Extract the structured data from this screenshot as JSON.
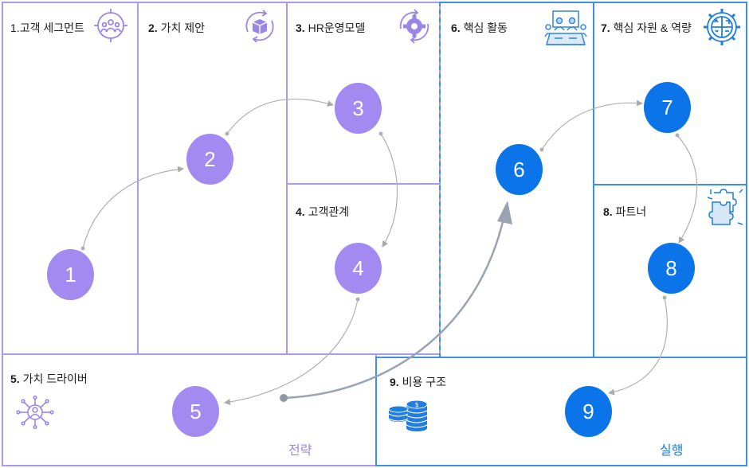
{
  "sections": {
    "s1": {
      "num": "1.",
      "title": "고객 세그먼트"
    },
    "s2": {
      "num": "2.",
      "title": " 가치 제안"
    },
    "s3": {
      "num": "3.",
      "title": " HR운영모델"
    },
    "s4": {
      "num": "4.",
      "title": " 고객관계"
    },
    "s5": {
      "num": "5.",
      "title": " 가치 드라이버"
    },
    "s6": {
      "num": "6.",
      "title": " 핵심 활동"
    },
    "s7": {
      "num": "7.",
      "title": " 핵심 자원 & 역량"
    },
    "s8": {
      "num": "8.",
      "title": " 파트너"
    },
    "s9": {
      "num": "9.",
      "title": " 비용 구조"
    }
  },
  "nodes": [
    "1",
    "2",
    "3",
    "4",
    "5",
    "6",
    "7",
    "8",
    "9"
  ],
  "regions": {
    "strategy": "전략",
    "execution": "실행"
  },
  "icons": {
    "s1": "people-target-icon",
    "s2": "box-cycle-icon",
    "s3": "gear-cycle-icon",
    "s5": "person-network-icon",
    "s6": "meeting-icon",
    "s7": "gear-quadrant-icon",
    "s8": "puzzle-icon",
    "s9": "coins-icon"
  },
  "colors": {
    "purple": "#a28af0",
    "blue": "#0a74e8",
    "purple_border": "#a08ee6",
    "blue_border": "#1a7de0"
  }
}
